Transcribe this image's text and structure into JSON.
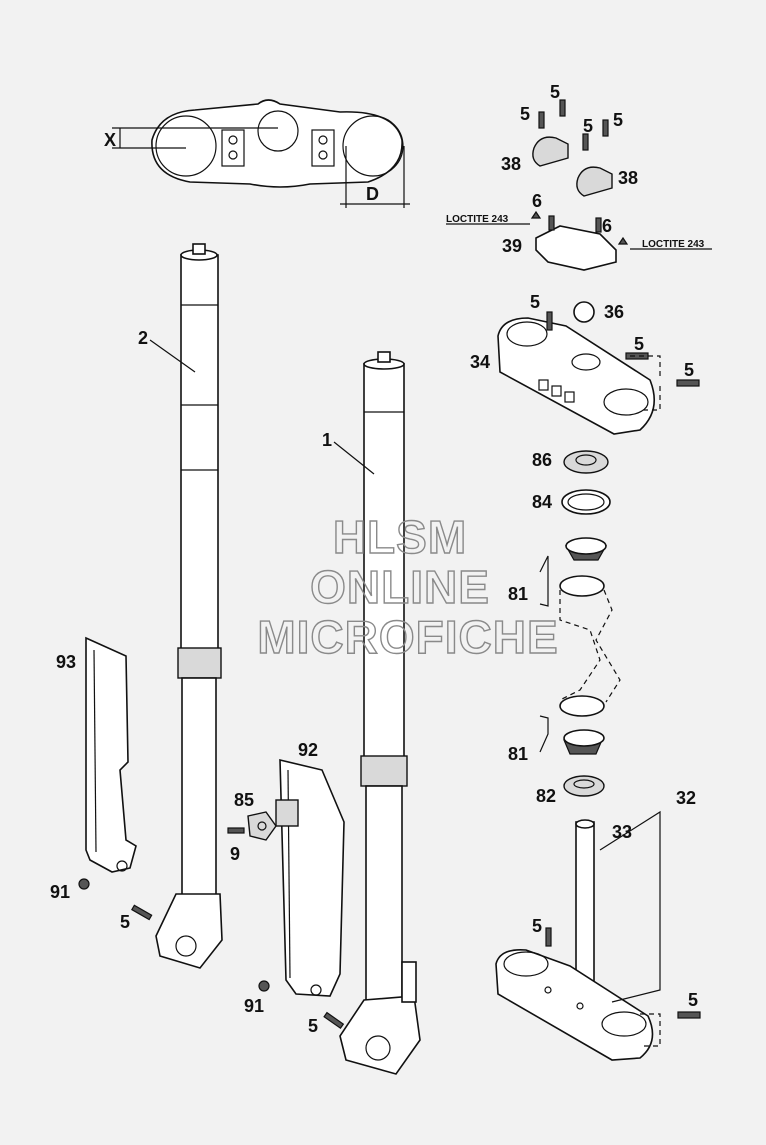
{
  "labels": {
    "x_dim": "X",
    "d_dim": "D",
    "loctite_left": "LOCTITE 243",
    "loctite_right": "LOCTITE 243",
    "p5": "5",
    "p6": "6",
    "p38": "38",
    "p39": "39",
    "p36": "36",
    "p34": "34",
    "p86": "86",
    "p84": "84",
    "p81": "81",
    "p82": "82",
    "p32": "32",
    "p33": "33",
    "p2": "2",
    "p1": "1",
    "p93": "93",
    "p92": "92",
    "p85": "85",
    "p9": "9",
    "p91": "91"
  },
  "watermark": {
    "line1": "HLSM",
    "line2": "ONLINE",
    "line3": "MICROFICHE"
  }
}
